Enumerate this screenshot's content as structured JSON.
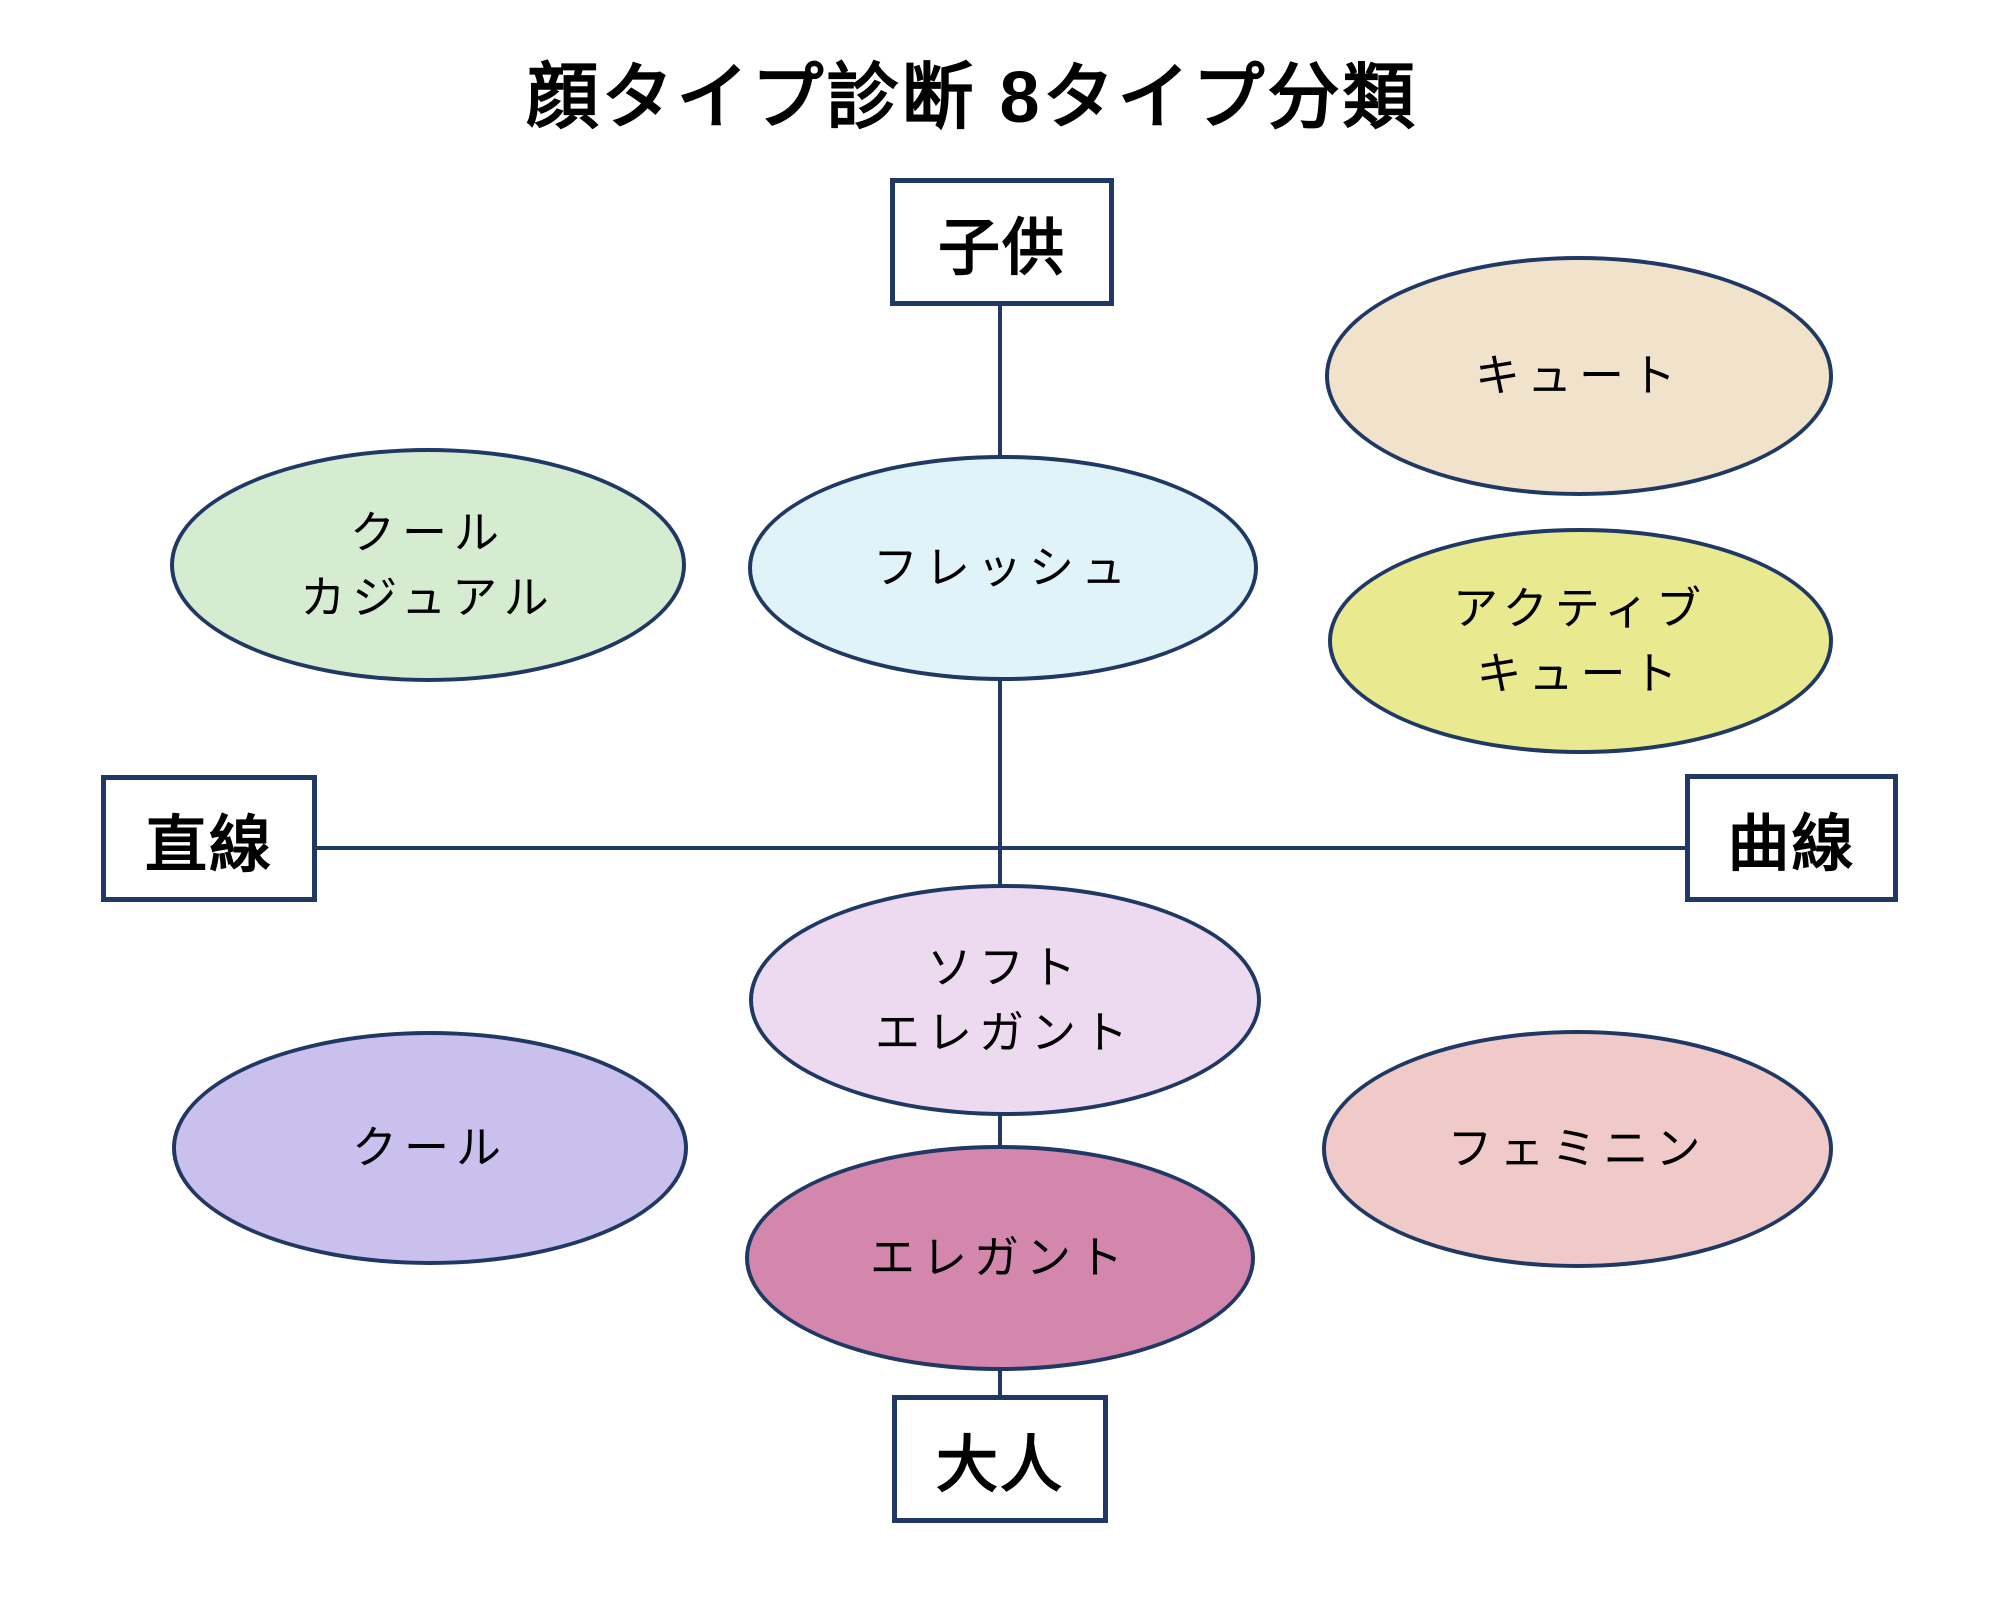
{
  "title": "顔タイプ診断 8タイプ分類",
  "axes": {
    "top_label": "子供",
    "bottom_label": "大人",
    "left_label": "直線",
    "right_label": "曲線"
  },
  "types": [
    {
      "name": "cool-casual",
      "label": "クールカジュアル",
      "lines": [
        "クール",
        "カジュアル"
      ],
      "fill": "#d6ecd1"
    },
    {
      "name": "fresh",
      "label": "フレッシュ",
      "lines": [
        "フレッシュ"
      ],
      "fill": "#e0f3f8"
    },
    {
      "name": "cute",
      "label": "キュート",
      "lines": [
        "キュート"
      ],
      "fill": "#f1e2cc"
    },
    {
      "name": "active-cute",
      "label": "アクティブキュート",
      "lines": [
        "アクティブ",
        "キュート"
      ],
      "fill": "#e9e98f"
    },
    {
      "name": "soft-elegant",
      "label": "ソフトエレガント",
      "lines": [
        "ソフト",
        "エレガント"
      ],
      "fill": "#eedaf0"
    },
    {
      "name": "elegant",
      "label": "エレガント",
      "lines": [
        "エレガント"
      ],
      "fill": "#d387ad"
    },
    {
      "name": "cool",
      "label": "クール",
      "lines": [
        "クール"
      ],
      "fill": "#c9c0ed"
    },
    {
      "name": "feminine",
      "label": "フェミニン",
      "lines": [
        "フェミニン"
      ],
      "fill": "#f0cac8"
    }
  ],
  "colors": {
    "outline": "#1f3864",
    "background": "#ffffff",
    "text": "#000000"
  }
}
